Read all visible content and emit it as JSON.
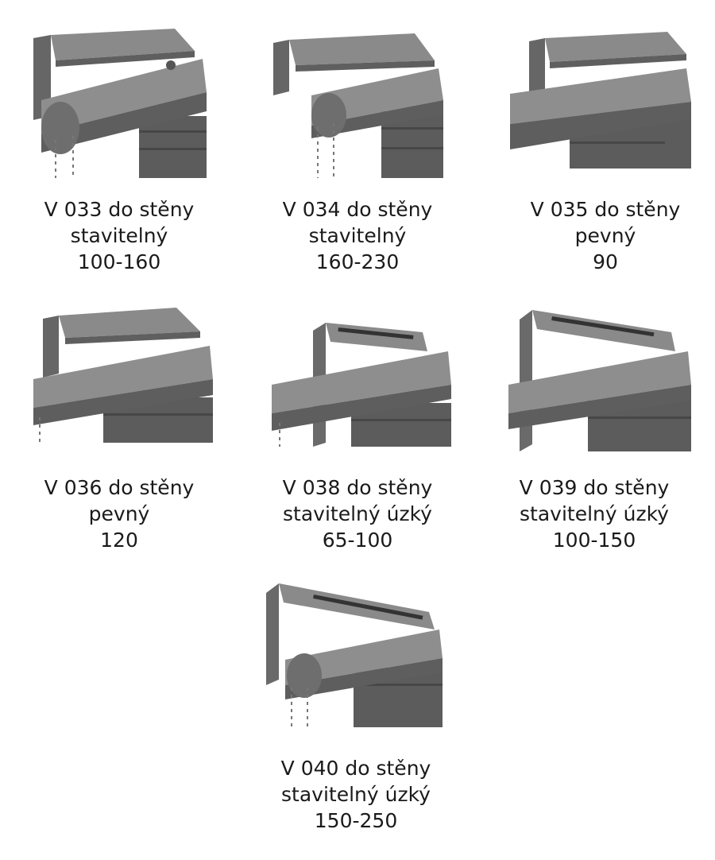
{
  "products": [
    {
      "code": "V 033 do stěny",
      "type": "stavitelný",
      "range": "100-160",
      "style": "short-adjustable",
      "icon": "bracket-adjustable-icon"
    },
    {
      "code": "V 034 do stěny",
      "type": "stavitelný",
      "range": "160-230",
      "style": "long-adjustable",
      "icon": "bracket-adjustable-icon"
    },
    {
      "code": "V 035 do stěny",
      "type": "pevný",
      "range": "90",
      "style": "fixed",
      "icon": "bracket-fixed-icon"
    },
    {
      "code": "V 036 do stěny",
      "type": "pevný",
      "range": "120",
      "style": "fixed",
      "icon": "bracket-fixed-icon"
    },
    {
      "code": "V 038 do stěny",
      "type": "stavitelný úzký",
      "range": "65-100",
      "style": "narrow",
      "icon": "bracket-narrow-icon"
    },
    {
      "code": "V 039 do stěny",
      "type": "stavitelný úzký",
      "range": "100-150",
      "style": "narrow",
      "icon": "bracket-narrow-icon"
    },
    {
      "code": "V 040 do stěny",
      "type": "stavitelný úzký",
      "range": "150-250",
      "style": "narrow",
      "icon": "bracket-narrow-icon"
    }
  ],
  "colors": {
    "metal_light": "#8e8e8e",
    "metal_mid": "#6f6f6f",
    "metal_dark": "#4a4a4a",
    "slat": "#5c5c5c",
    "text": "#1a1a1a"
  }
}
